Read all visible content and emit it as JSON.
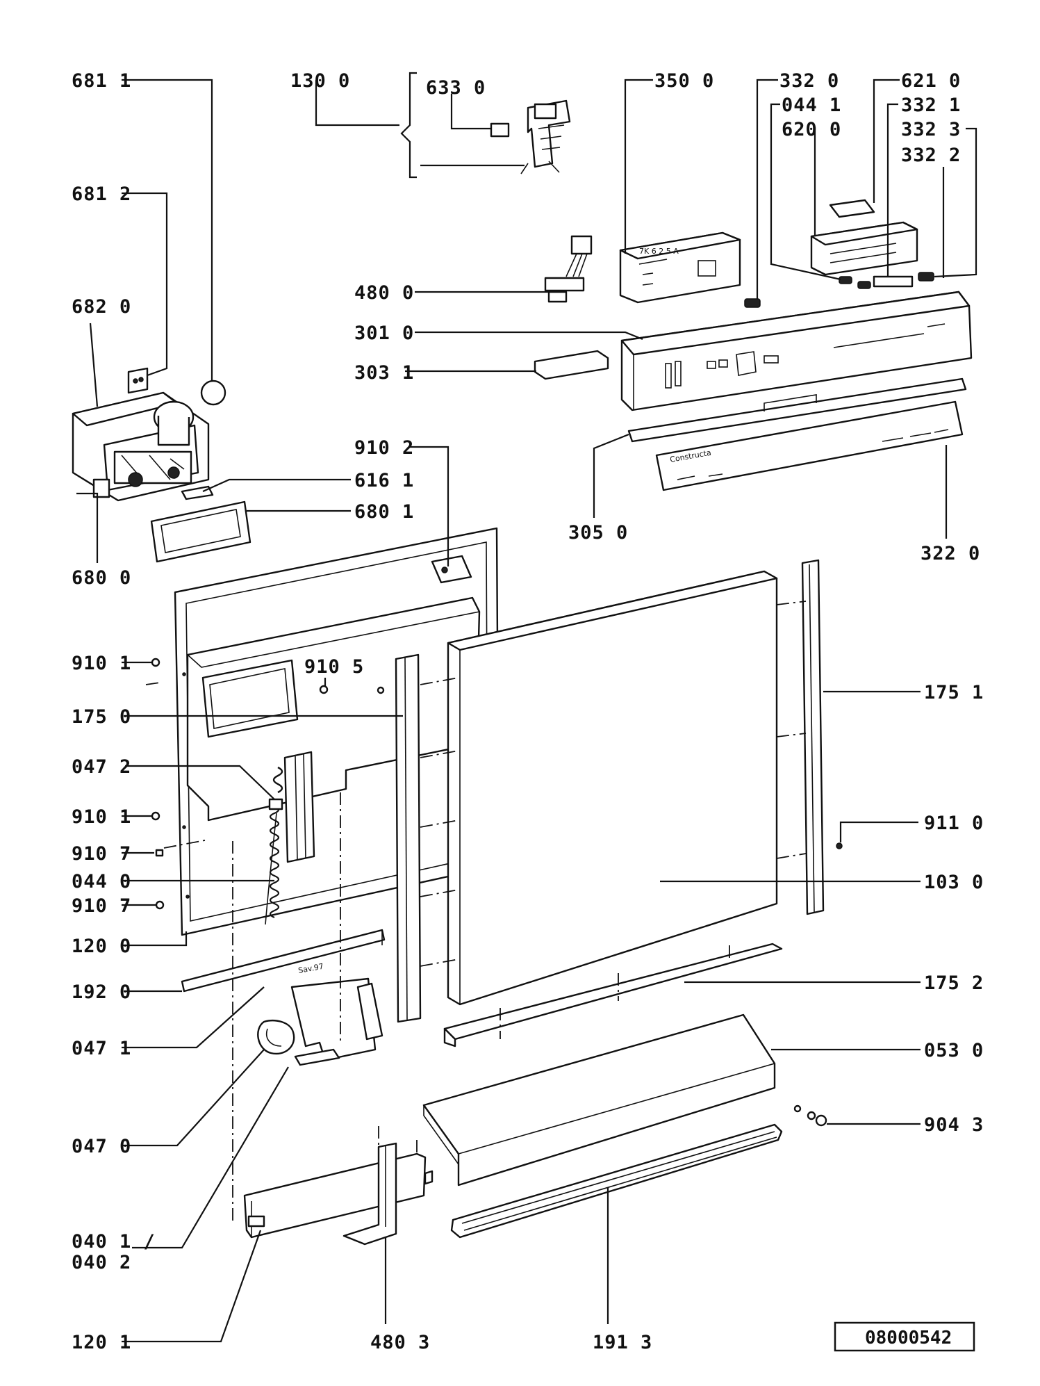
{
  "diagram": {
    "labels": [
      {
        "id": "l-681-1",
        "text": "681 1"
      },
      {
        "id": "l-130-0",
        "text": "130 0"
      },
      {
        "id": "l-633-0",
        "text": "633 0"
      },
      {
        "id": "l-350-0",
        "text": "350 0"
      },
      {
        "id": "l-332-0",
        "text": "332 0"
      },
      {
        "id": "l-044-1",
        "text": "044 1"
      },
      {
        "id": "l-620-0",
        "text": "620 0"
      },
      {
        "id": "l-621-0",
        "text": "621 0"
      },
      {
        "id": "l-332-1",
        "text": "332 1"
      },
      {
        "id": "l-332-3",
        "text": "332 3"
      },
      {
        "id": "l-332-2",
        "text": "332 2"
      },
      {
        "id": "l-681-2",
        "text": "681 2"
      },
      {
        "id": "l-682-0",
        "text": "682 0"
      },
      {
        "id": "l-480-0",
        "text": "480 0"
      },
      {
        "id": "l-301-0",
        "text": "301 0"
      },
      {
        "id": "l-303-1",
        "text": "303 1"
      },
      {
        "id": "l-910-2",
        "text": "910 2"
      },
      {
        "id": "l-616-1",
        "text": "616 1"
      },
      {
        "id": "l-680-1",
        "text": "680 1"
      },
      {
        "id": "l-305-0",
        "text": "305 0"
      },
      {
        "id": "l-322-0",
        "text": "322 0"
      },
      {
        "id": "l-680-0",
        "text": "680 0"
      },
      {
        "id": "l-910-1a",
        "text": "910 1"
      },
      {
        "id": "l-910-5",
        "text": "910 5"
      },
      {
        "id": "l-175-1",
        "text": "175 1"
      },
      {
        "id": "l-175-0",
        "text": "175 0"
      },
      {
        "id": "l-047-2",
        "text": "047 2"
      },
      {
        "id": "l-910-1b",
        "text": "910 1"
      },
      {
        "id": "l-911-0",
        "text": "911 0"
      },
      {
        "id": "l-910-7a",
        "text": "910 7"
      },
      {
        "id": "l-044-0",
        "text": "044 0"
      },
      {
        "id": "l-103-0",
        "text": "103 0"
      },
      {
        "id": "l-910-7b",
        "text": "910 7"
      },
      {
        "id": "l-120-0",
        "text": "120 0"
      },
      {
        "id": "l-192-0",
        "text": "192 0"
      },
      {
        "id": "l-175-2",
        "text": "175 2"
      },
      {
        "id": "l-047-1",
        "text": "047 1"
      },
      {
        "id": "l-053-0",
        "text": "053 0"
      },
      {
        "id": "l-904-3",
        "text": "904 3"
      },
      {
        "id": "l-047-0",
        "text": "047 0"
      },
      {
        "id": "l-040-1",
        "text": "040 1 /"
      },
      {
        "id": "l-040-2",
        "text": "040 2"
      },
      {
        "id": "l-120-1",
        "text": "120 1"
      },
      {
        "id": "l-480-3",
        "text": "480 3"
      },
      {
        "id": "l-191-3",
        "text": "191 3"
      }
    ],
    "reference_code": "08000542",
    "panel_texts": {
      "brand": "Constructa",
      "stamp": "Sav.97"
    }
  }
}
